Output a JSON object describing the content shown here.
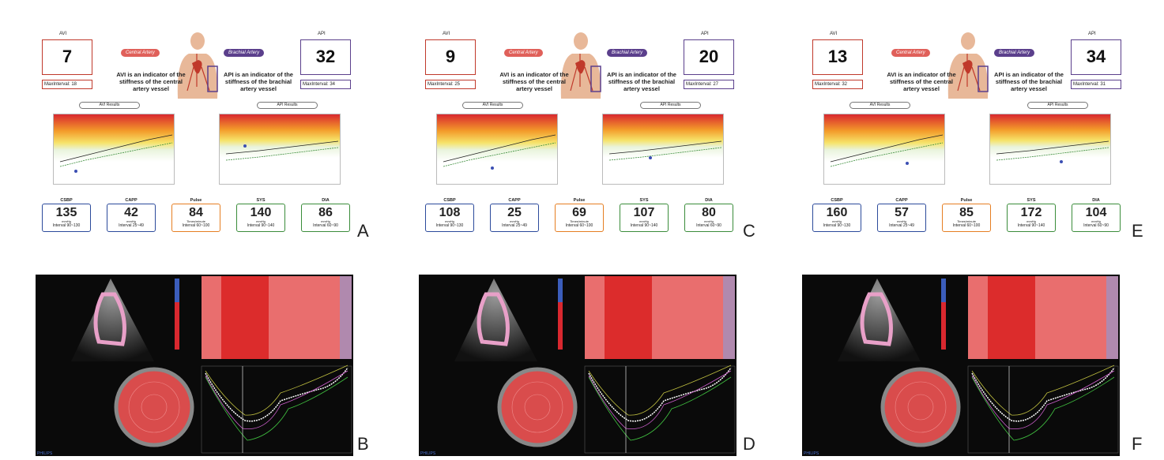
{
  "panel_labels": [
    "A",
    "B",
    "C",
    "D",
    "E",
    "F"
  ],
  "report_common": {
    "avi_title": "AVI",
    "api_title": "API",
    "central_artery": "Central Artery",
    "brachial_artery": "Brachial Artery",
    "avi_desc": "AVI is an indicator of the stiffness of the central artery vessel",
    "api_desc": "API is an indicator of the stiffness of the brachial artery vessel",
    "avi_results_btn": "AVI Results",
    "api_results_btn": "API Results",
    "metric_names": [
      "CSBP",
      "CAPP",
      "Pulse",
      "SYS",
      "DIA"
    ],
    "metric_units": [
      "mmHg",
      "mmHg",
      "Times/minute",
      "mmHg",
      "mmHg"
    ],
    "colors": {
      "red": "#c0392b",
      "purple": "#5b3f8c",
      "blue": "#2b4a9b",
      "orange": "#e67e22",
      "green": "#3a8c3a"
    }
  },
  "reports": [
    {
      "panel": "A",
      "avi": "7",
      "avi_max": "MaxInterval: 18",
      "api": "32",
      "api_max": "MaxInterval: 34",
      "metrics": [
        "135",
        "42",
        "84",
        "140",
        "86"
      ],
      "intervals": [
        "Interval 90~130",
        "Interval 25~49",
        "Interval 60~100",
        "Interval 90~140",
        "Interval 60~90"
      ]
    },
    {
      "panel": "C",
      "avi": "9",
      "avi_max": "MaxInterval: 25",
      "api": "20",
      "api_max": "MaxInterval: 27",
      "metrics": [
        "108",
        "25",
        "69",
        "107",
        "80"
      ],
      "intervals": [
        "Interval 90~130",
        "Interval 25~49",
        "Interval 60~100",
        "Interval 90~140",
        "Interval 60~90"
      ]
    },
    {
      "panel": "E",
      "avi": "13",
      "avi_max": "MaxInterval: 32",
      "api": "34",
      "api_max": "MaxInterval: 31",
      "metrics": [
        "160",
        "57",
        "85",
        "172",
        "104"
      ],
      "intervals": [
        "Interval 90~130",
        "Interval 25~49",
        "Interval 60~100",
        "Interval 90~140",
        "Interval 60~90"
      ]
    }
  ],
  "echo": {
    "brand": "PHILIPS",
    "panels": [
      "B",
      "D",
      "F"
    ]
  }
}
